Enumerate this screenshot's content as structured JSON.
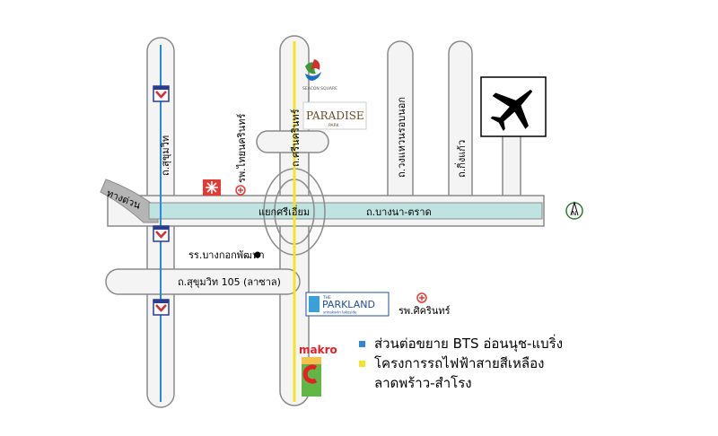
{
  "colors": {
    "road_fill": "#f4f4f4",
    "road_outline": "#8a8a8a",
    "bts_line": "#2d89d8",
    "yellow_line": "#f2e32c",
    "expressway": "#bfe3e0",
    "expressway_ramp": "#b5b5b5",
    "hospital_red": "#e53935",
    "parkland_blue": "#1f4fa0",
    "makro_red": "#e41f26",
    "makro_green": "#62b744",
    "paradise_brown": "#6b4a2b"
  },
  "roads": {
    "expressway_ramp": "ทางด่วน",
    "intersection": "แยกศรีเอี่ยม",
    "bangna_trad": "ถ.บางนา-ตราด",
    "sukhumvit": "ถ.สุขุมวิท",
    "srinakarin": "ถ.ศรีนครินทร์",
    "king_kaew": "ถ.กิ่งแก้ว",
    "bangna_wongwaen": "ถ.วงแหวนรอบนอก",
    "sukhumvit_105": "ถ.สุขุมวิท 105 (ลาซาล)"
  },
  "places": {
    "hospital_thai_nakarin": "รพ.ไทยนครินทร์",
    "hospital_sikarin": "รพ.ศิครินทร์",
    "school": "รร.บางกอกพัฒนา",
    "paradise_logo": "PARADISE",
    "paradise_sub": "PARK",
    "seacon_logo": "SEACON SQUARE",
    "parkland_small": "THE",
    "parkland_logo": "PARKLAND",
    "parkland_sub": "srinakarin lakeside",
    "makro_logo": "makro"
  },
  "icons": {
    "compass": "north-compass-icon",
    "airport": "airplane-icon",
    "bts_station": "bts-station-icon",
    "hospital": "hospital-cross-icon"
  },
  "compass_letter": "N",
  "legend": {
    "items": [
      {
        "color": "#2d89d8",
        "text": "ส่วนต่อขยาย BTS อ่อนนุช-แบริ่ง"
      },
      {
        "color": "#f2e32c",
        "text": "โครงการรถไฟฟ้าสายสีเหลือง\nลาดพร้าว-สำโรง"
      }
    ]
  }
}
